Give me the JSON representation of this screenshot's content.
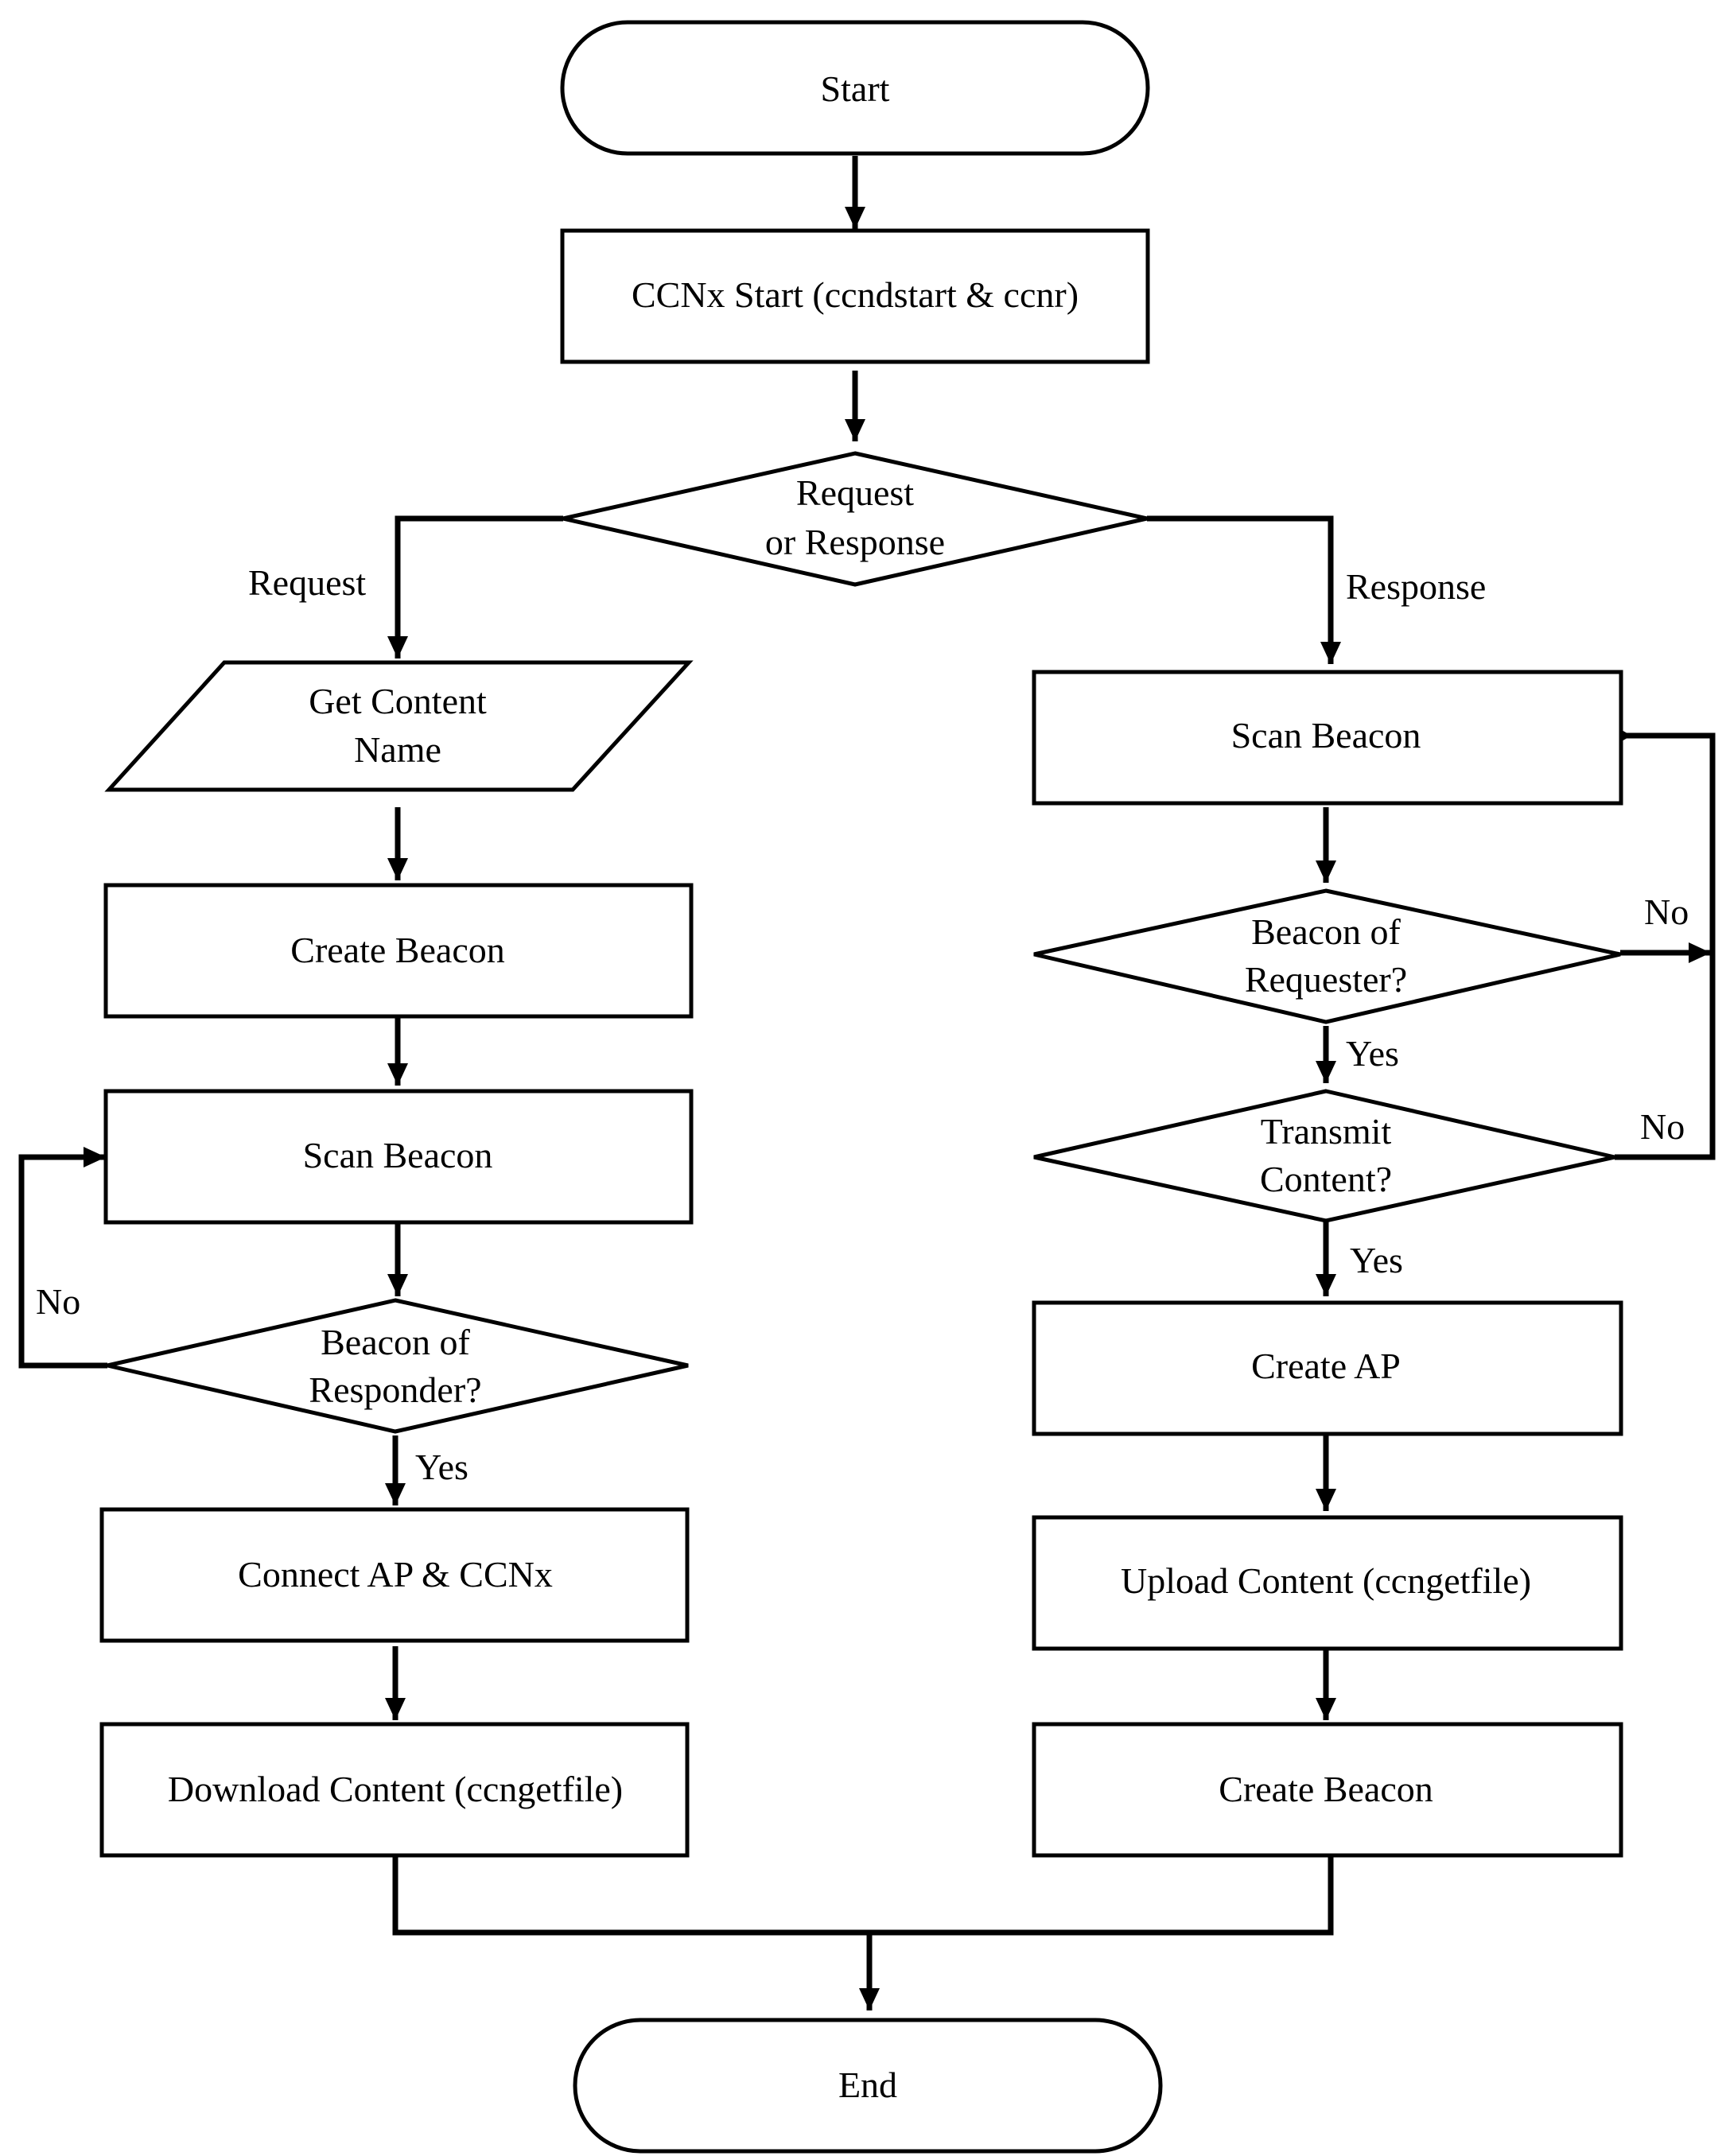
{
  "nodes": {
    "start": {
      "type": "terminal",
      "lines": [
        "Start"
      ]
    },
    "ccnx_start": {
      "type": "process",
      "lines": [
        "CCNx Start (ccndstart & ccnr)"
      ]
    },
    "request_or_response": {
      "type": "decision",
      "lines": [
        "Request",
        "or Response"
      ]
    },
    "get_content_name": {
      "type": "input",
      "lines": [
        "Get Content",
        "Name"
      ]
    },
    "create_beacon_left": {
      "type": "process",
      "lines": [
        "Create Beacon"
      ]
    },
    "scan_beacon_left": {
      "type": "process",
      "lines": [
        "Scan Beacon"
      ]
    },
    "beacon_of_responder": {
      "type": "decision",
      "lines": [
        "Beacon of",
        "Responder?"
      ]
    },
    "connect_ap_ccnx": {
      "type": "process",
      "lines": [
        "Connect AP & CCNx"
      ]
    },
    "download_content": {
      "type": "process",
      "lines": [
        "Download Content (ccngetfile)"
      ]
    },
    "scan_beacon_right": {
      "type": "process",
      "lines": [
        "Scan Beacon"
      ]
    },
    "beacon_of_requester": {
      "type": "decision",
      "lines": [
        "Beacon of",
        "Requester?"
      ]
    },
    "transmit_content": {
      "type": "decision",
      "lines": [
        "Transmit",
        "Content?"
      ]
    },
    "create_ap": {
      "type": "process",
      "lines": [
        "Create AP"
      ]
    },
    "upload_content": {
      "type": "process",
      "lines": [
        "Upload Content (ccngetfile)"
      ]
    },
    "create_beacon_right": {
      "type": "process",
      "lines": [
        "Create Beacon"
      ]
    },
    "end": {
      "type": "terminal",
      "lines": [
        "End"
      ]
    }
  },
  "edges": [
    {
      "from": "start",
      "to": "ccnx_start",
      "label": ""
    },
    {
      "from": "ccnx_start",
      "to": "request_or_response",
      "label": ""
    },
    {
      "from": "request_or_response",
      "to": "get_content_name",
      "label": "Request"
    },
    {
      "from": "request_or_response",
      "to": "scan_beacon_right",
      "label": "Response"
    },
    {
      "from": "get_content_name",
      "to": "create_beacon_left",
      "label": ""
    },
    {
      "from": "create_beacon_left",
      "to": "scan_beacon_left",
      "label": ""
    },
    {
      "from": "scan_beacon_left",
      "to": "beacon_of_responder",
      "label": ""
    },
    {
      "from": "beacon_of_responder",
      "to": "scan_beacon_left",
      "label": "No"
    },
    {
      "from": "beacon_of_responder",
      "to": "connect_ap_ccnx",
      "label": "Yes"
    },
    {
      "from": "connect_ap_ccnx",
      "to": "download_content",
      "label": ""
    },
    {
      "from": "download_content",
      "to": "end",
      "label": ""
    },
    {
      "from": "scan_beacon_right",
      "to": "beacon_of_requester",
      "label": ""
    },
    {
      "from": "beacon_of_requester",
      "to": "scan_beacon_right",
      "label": "No"
    },
    {
      "from": "beacon_of_requester",
      "to": "transmit_content",
      "label": "Yes"
    },
    {
      "from": "transmit_content",
      "to": "scan_beacon_right",
      "label": "No"
    },
    {
      "from": "transmit_content",
      "to": "create_ap",
      "label": "Yes"
    },
    {
      "from": "create_ap",
      "to": "upload_content",
      "label": ""
    },
    {
      "from": "upload_content",
      "to": "create_beacon_right",
      "label": ""
    },
    {
      "from": "create_beacon_right",
      "to": "end",
      "label": ""
    }
  ]
}
